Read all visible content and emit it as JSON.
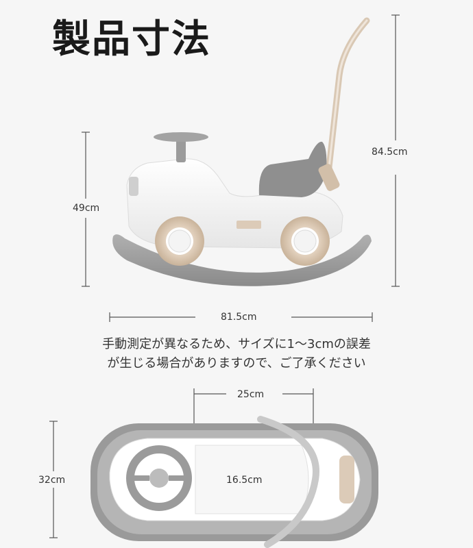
{
  "title": "製品寸法",
  "dimensions": {
    "total_height": "84.5cm",
    "seat_height": "49cm",
    "length": "81.5cm",
    "seat_width": "25cm",
    "base_width": "32cm",
    "seat_depth": "16.5cm"
  },
  "note": {
    "line1": "手動測定が異なるため、サイズに1～3cmの誤差",
    "line2": "が生じる場合がありますので、ご了承ください"
  },
  "colors": {
    "background": "#f6f6f6",
    "body_white": "#ffffff",
    "rocker_gray": "#9a9a9a",
    "seat_gray": "#8f8f8f",
    "wheel_beige": "#d8c4ad",
    "handle_beige": "#d9c8b4",
    "dimension_line": "#555555"
  }
}
